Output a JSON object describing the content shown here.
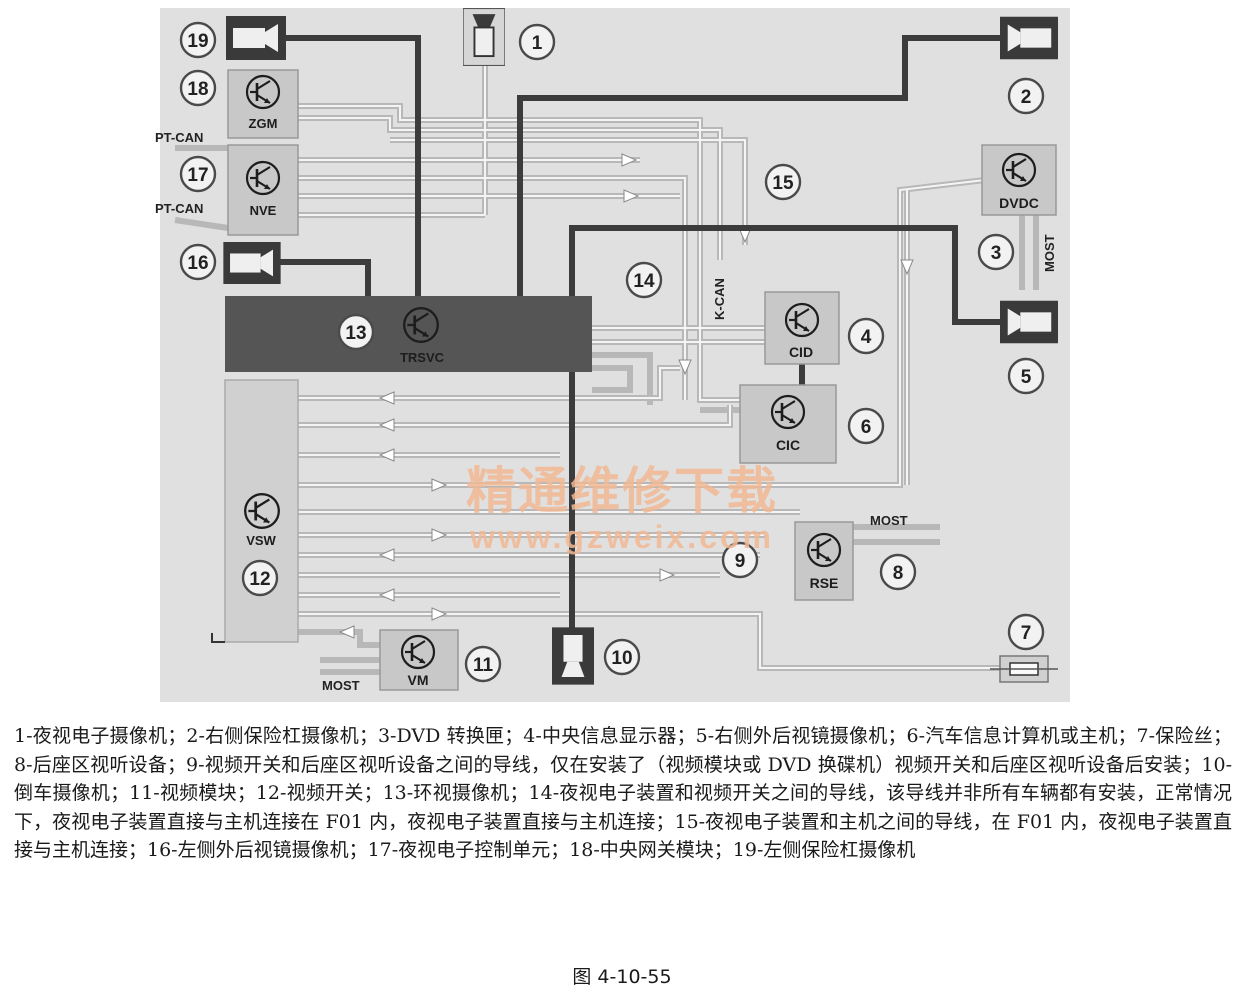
{
  "modules": {
    "zgm": "ZGM",
    "nve": "NVE",
    "trsvc": "TRSVC",
    "vsw": "VSW",
    "cid": "CID",
    "cic": "CIC",
    "dvdc": "DVDC",
    "rse": "RSE",
    "vm": "VM"
  },
  "bus_labels": {
    "pt_can_1": "PT-CAN",
    "pt_can_2": "PT-CAN",
    "k_can": "K-CAN",
    "most_dvdc": "MOST",
    "most_rse": "MOST",
    "most_vm": "MOST"
  },
  "numbers": [
    "1",
    "2",
    "3",
    "4",
    "5",
    "6",
    "7",
    "8",
    "9",
    "10",
    "11",
    "12",
    "13",
    "14",
    "15",
    "16",
    "17",
    "18",
    "19"
  ],
  "watermark": {
    "text": "精通维修下载",
    "url": "www.gzweix.com"
  },
  "caption": "1-夜视电子摄像机；2-右侧保险杠摄像机；3-DVD 转换匣；4-中央信息显示器；5-右侧外后视镜摄像机；6-汽车信息计算机或主机；7-保险丝；8-后座区视听设备；9-视频开关和后座区视听设备之间的导线，仅在安装了（视频模块或 DVD 换碟机）视频开关和后座区视听设备后安装；10-倒车摄像机；11-视频模块；12-视频开关；13-环视摄像机；14-夜视电子装置和视频开关之间的导线，该导线并非所有车辆都有安装，正常情况下，夜视电子装置直接与主机连接在 F01 内，夜视电子装置直接与主机连接；15-夜视电子装置和主机之间的导线，在 F01 内，夜视电子装置直接与主机连接；16-左侧外后视镜摄像机；17-夜视电子控制单元；18-中央网关模块；19-左侧保险杠摄像机",
  "figure_title": "图 4-10-55"
}
